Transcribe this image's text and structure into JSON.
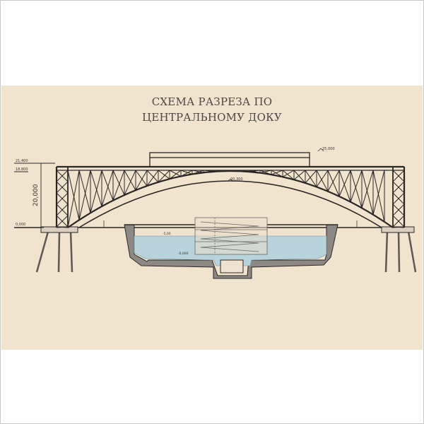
{
  "title": {
    "line1": "СХЕМА РАЗРЕЗА ПО",
    "line2": "ЦЕНТРАЛЬНОМУ ДОКУ"
  },
  "labels": {
    "elev_left_top": "21,400",
    "elev_left_mid": "18,800",
    "elev_left_ground": "0,000",
    "elev_right_top": "25,000",
    "elev_arch_top": "20,300",
    "height_dim": "20,000",
    "dock_level_1": "-5,00",
    "dock_level_2": "-6,000"
  },
  "colors": {
    "paper": "#f1e4cf",
    "ink": "#2a2725",
    "water": "#b9d3dc",
    "wall": "#8c8985"
  }
}
